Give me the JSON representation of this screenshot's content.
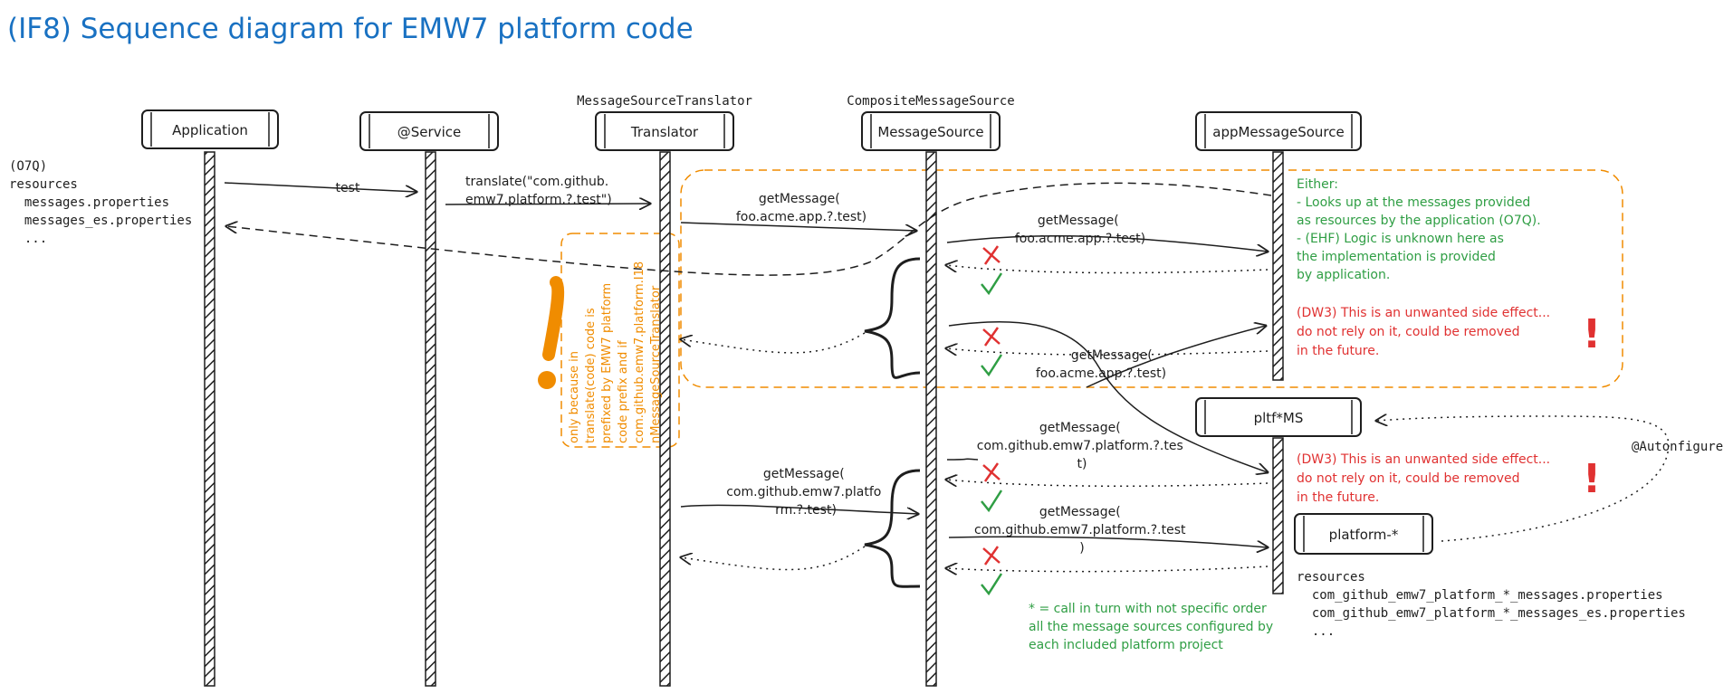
{
  "title": "(IF8) Sequence diagram for EMW7 platform code",
  "participants": {
    "application": "Application",
    "service": "@Service",
    "translator": "Translator",
    "translator_caption": "MessageSourceTranslator",
    "message_source": "MessageSource",
    "message_source_caption": "CompositeMessageSource",
    "app_message_source": "appMessageSource",
    "pltf_ms": "pltf*MS",
    "platform": "platform-*"
  },
  "app_resources": [
    "(O7Q)",
    "resources",
    "  messages.properties",
    "  messages_es.properties",
    "  ..."
  ],
  "platform_resources": [
    "resources",
    "  com_github_emw7_platform_*_messages.properties",
    "  com_github_emw7_platform_*_messages_es.properties",
    "  ..."
  ],
  "messages": {
    "test": "test",
    "translate": [
      "translate(\"com.github.",
      "emw7.platform.?.test\")"
    ],
    "get_foo_1": [
      "getMessage(",
      "foo.acme.app.?.test)"
    ],
    "get_foo_2": [
      "getMessage(",
      "foo.acme.app.?.test)"
    ],
    "get_foo_3": [
      "getMessage(",
      "foo.acme.app.?.test)"
    ],
    "get_platform_1": [
      "getMessage(",
      "com.github.emw7.platfo",
      "rm.?.test)"
    ],
    "get_platform_2": [
      "getMessage(",
      "com.github.emw7.platform.?.tes",
      "t)"
    ],
    "get_platform_3": [
      "getMessage(",
      "com.github.emw7.platform.?.test",
      ")"
    ],
    "autoconfigure": "@Autonfigure"
  },
  "notes": {
    "either": [
      "Either:",
      "- Looks up at the messages provided",
      "as resources by the application (O7Q).",
      "- (EHF) Logic is unknown here as",
      "the implementation is provided",
      "by application."
    ],
    "side_effect_1": [
      "(DW3) This is an unwanted side effect...",
      "do not rely on it, could be removed",
      "in the future."
    ],
    "side_effect_2": [
      "(DW3) This is an unwanted side effect...",
      "do not rely on it, could be removed",
      "in the future."
    ],
    "only_because": [
      "only because in",
      "translate(code) code is",
      "prefixed by EMW7 platform",
      "code prefix and if",
      "com.github.emw7.platform.I18",
      "nMessageSourceTranslator"
    ],
    "footnote": [
      "* = call in turn with not specific order",
      "all the message sources configured by",
      "each included platform project"
    ],
    "exclamation": "!"
  },
  "colors": {
    "title": "#1971c2",
    "stroke": "#1e1e1e",
    "orange": "#f08c00",
    "green": "#2f9e44",
    "red": "#e03131"
  },
  "icons": [
    "cross-icon",
    "check-icon",
    "exclamation-icon"
  ]
}
